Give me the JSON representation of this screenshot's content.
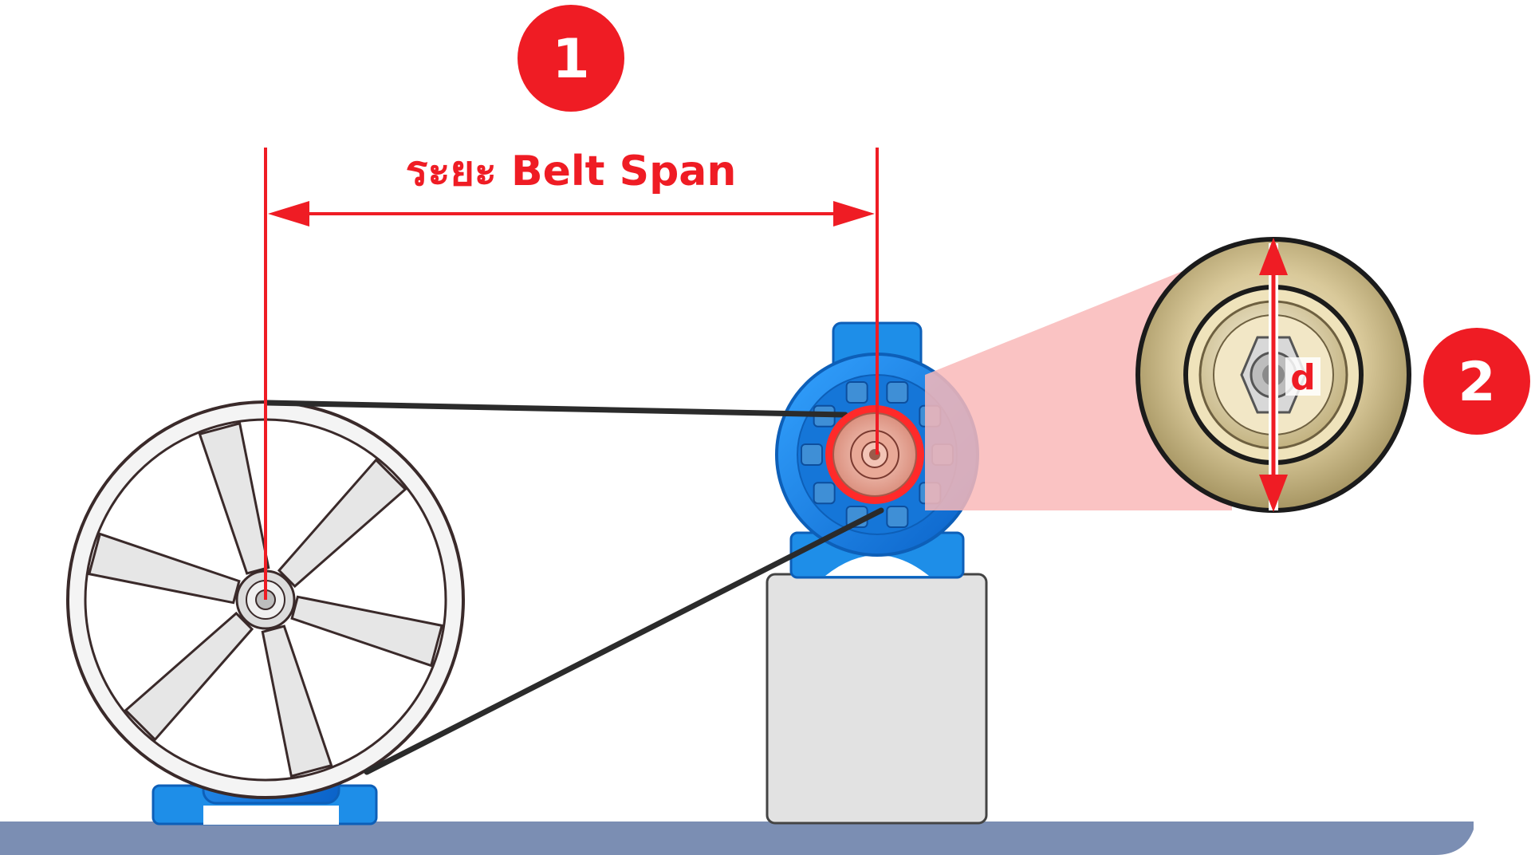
{
  "diagram": {
    "callouts": {
      "belt_span_number": "1",
      "diameter_number": "2"
    },
    "belt_span_label": "ระยะ Belt Span",
    "diameter_label": "d"
  },
  "colors": {
    "accent_red": "#ef1c24",
    "motor_blue": "#1e8ee8",
    "floor": "#7b8eb3",
    "pedestal": "#e2e2e2",
    "belt": "#2b2b2b"
  }
}
